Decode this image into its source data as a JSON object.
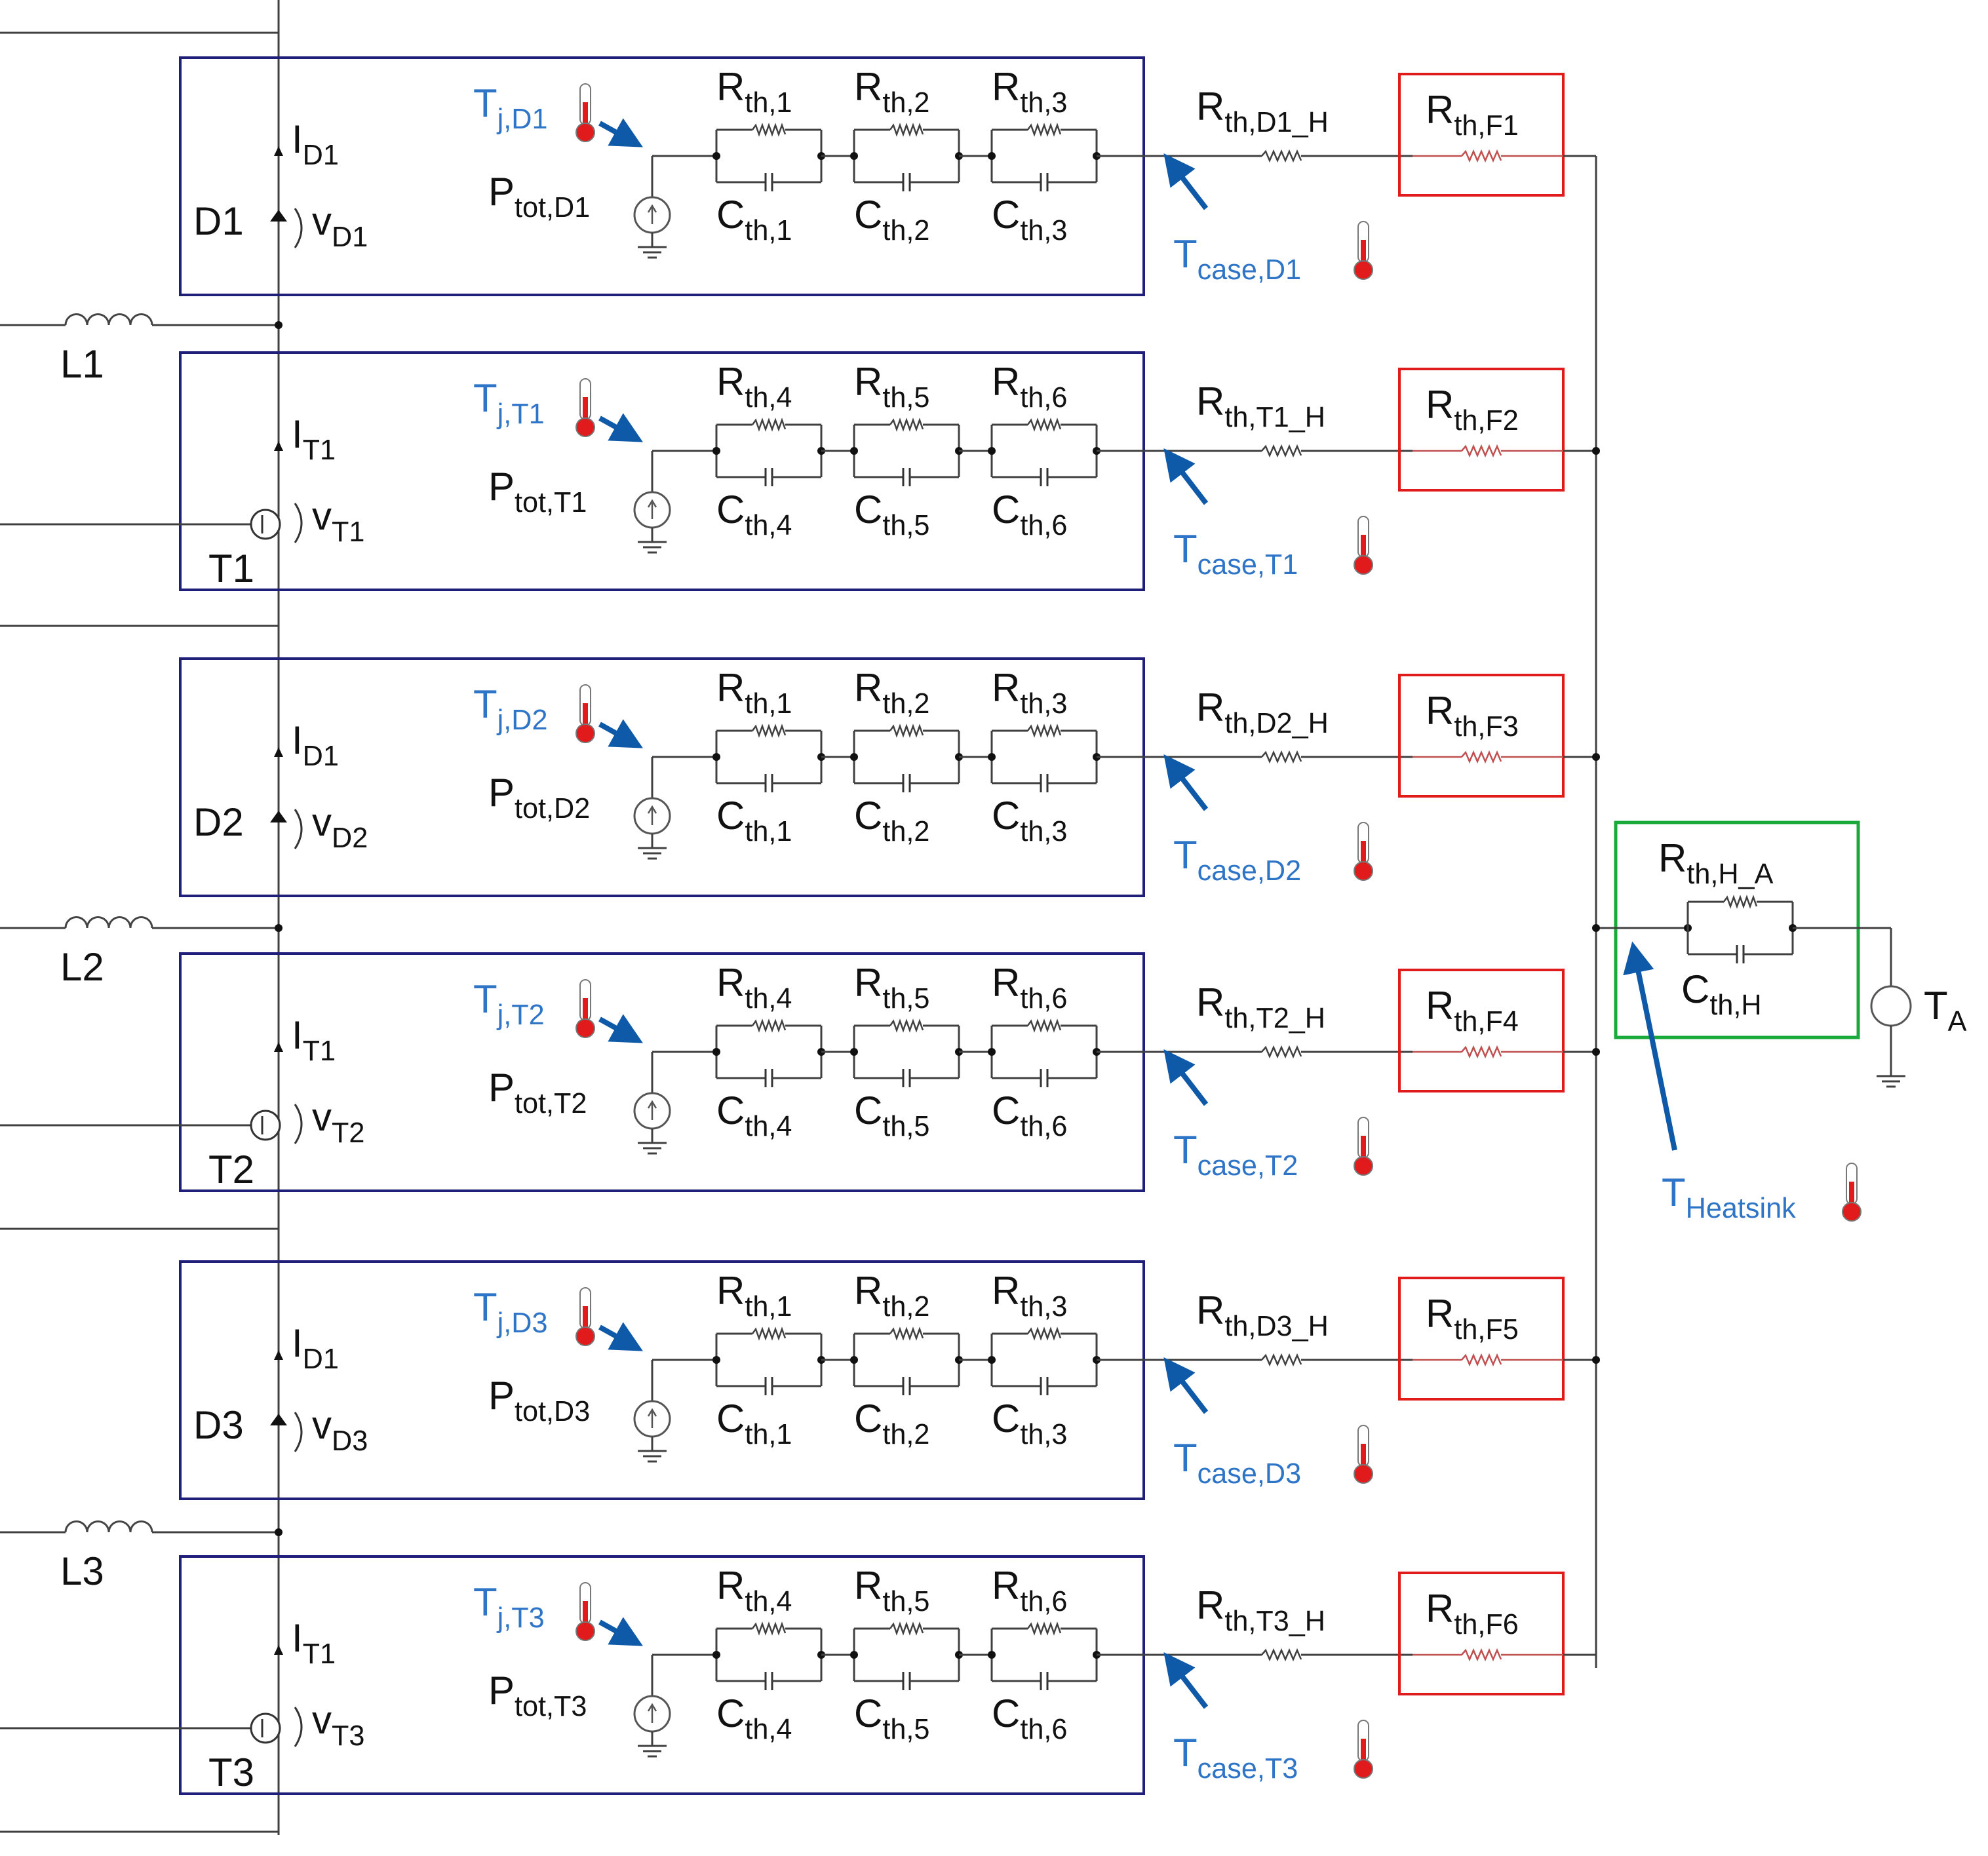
{
  "colors": {
    "module_border": "#1f1f7a",
    "filter_border": "#e11b1b",
    "heatsink_border": "#1aaa3a",
    "temperature_label": "#2e75c8",
    "arrow": "#0f5aa8",
    "wire": "#404040",
    "text": "#111111"
  },
  "icons": [
    "thermometer-icon",
    "current-source-icon",
    "ground-icon",
    "inductor-icon",
    "igbt-icon",
    "arrow-icon",
    "resistor-icon",
    "capacitor-icon"
  ],
  "modules": [
    {
      "device": "D1",
      "type": "diode",
      "current": {
        "base": "I",
        "sub": "D1"
      },
      "voltage": {
        "base": "v",
        "sub": "D1"
      },
      "tj": {
        "base": "T",
        "sub": "j,D1"
      },
      "ptot": {
        "base": "P",
        "sub": "tot,D1"
      },
      "r": [
        {
          "base": "R",
          "sub": "th,1"
        },
        {
          "base": "R",
          "sub": "th,2"
        },
        {
          "base": "R",
          "sub": "th,3"
        }
      ],
      "c": [
        {
          "base": "C",
          "sub": "th,1"
        },
        {
          "base": "C",
          "sub": "th,2"
        },
        {
          "base": "C",
          "sub": "th,3"
        }
      ],
      "rh": {
        "base": "R",
        "sub": "th,D1_H"
      },
      "rf": {
        "base": "R",
        "sub": "th,F1"
      },
      "tcase": {
        "base": "T",
        "sub": "case,D1"
      }
    },
    {
      "device": "T1",
      "type": "igbt",
      "current": {
        "base": "I",
        "sub": "T1"
      },
      "voltage": {
        "base": "v",
        "sub": "T1"
      },
      "tj": {
        "base": "T",
        "sub": "j,T1"
      },
      "ptot": {
        "base": "P",
        "sub": "tot,T1"
      },
      "r": [
        {
          "base": "R",
          "sub": "th,4"
        },
        {
          "base": "R",
          "sub": "th,5"
        },
        {
          "base": "R",
          "sub": "th,6"
        }
      ],
      "c": [
        {
          "base": "C",
          "sub": "th,4"
        },
        {
          "base": "C",
          "sub": "th,5"
        },
        {
          "base": "C",
          "sub": "th,6"
        }
      ],
      "rh": {
        "base": "R",
        "sub": "th,T1_H"
      },
      "rf": {
        "base": "R",
        "sub": "th,F2"
      },
      "tcase": {
        "base": "T",
        "sub": "case,T1"
      }
    },
    {
      "device": "D2",
      "type": "diode",
      "current": {
        "base": "I",
        "sub": "D1"
      },
      "voltage": {
        "base": "v",
        "sub": "D2"
      },
      "tj": {
        "base": "T",
        "sub": "j,D2"
      },
      "ptot": {
        "base": "P",
        "sub": "tot,D2"
      },
      "r": [
        {
          "base": "R",
          "sub": "th,1"
        },
        {
          "base": "R",
          "sub": "th,2"
        },
        {
          "base": "R",
          "sub": "th,3"
        }
      ],
      "c": [
        {
          "base": "C",
          "sub": "th,1"
        },
        {
          "base": "C",
          "sub": "th,2"
        },
        {
          "base": "C",
          "sub": "th,3"
        }
      ],
      "rh": {
        "base": "R",
        "sub": "th,D2_H"
      },
      "rf": {
        "base": "R",
        "sub": "th,F3"
      },
      "tcase": {
        "base": "T",
        "sub": "case,D2"
      }
    },
    {
      "device": "T2",
      "type": "igbt",
      "current": {
        "base": "I",
        "sub": "T1"
      },
      "voltage": {
        "base": "v",
        "sub": "T2"
      },
      "tj": {
        "base": "T",
        "sub": "j,T2"
      },
      "ptot": {
        "base": "P",
        "sub": "tot,T2"
      },
      "r": [
        {
          "base": "R",
          "sub": "th,4"
        },
        {
          "base": "R",
          "sub": "th,5"
        },
        {
          "base": "R",
          "sub": "th,6"
        }
      ],
      "c": [
        {
          "base": "C",
          "sub": "th,4"
        },
        {
          "base": "C",
          "sub": "th,5"
        },
        {
          "base": "C",
          "sub": "th,6"
        }
      ],
      "rh": {
        "base": "R",
        "sub": "th,T2_H"
      },
      "rf": {
        "base": "R",
        "sub": "th,F4"
      },
      "tcase": {
        "base": "T",
        "sub": "case,T2"
      }
    },
    {
      "device": "D3",
      "type": "diode",
      "current": {
        "base": "I",
        "sub": "D1"
      },
      "voltage": {
        "base": "v",
        "sub": "D3"
      },
      "tj": {
        "base": "T",
        "sub": "j,D3"
      },
      "ptot": {
        "base": "P",
        "sub": "tot,D3"
      },
      "r": [
        {
          "base": "R",
          "sub": "th,1"
        },
        {
          "base": "R",
          "sub": "th,2"
        },
        {
          "base": "R",
          "sub": "th,3"
        }
      ],
      "c": [
        {
          "base": "C",
          "sub": "th,1"
        },
        {
          "base": "C",
          "sub": "th,2"
        },
        {
          "base": "C",
          "sub": "th,3"
        }
      ],
      "rh": {
        "base": "R",
        "sub": "th,D3_H"
      },
      "rf": {
        "base": "R",
        "sub": "th,F5"
      },
      "tcase": {
        "base": "T",
        "sub": "case,D3"
      }
    },
    {
      "device": "T3",
      "type": "igbt",
      "current": {
        "base": "I",
        "sub": "T1"
      },
      "voltage": {
        "base": "v",
        "sub": "T3"
      },
      "tj": {
        "base": "T",
        "sub": "j,T3"
      },
      "ptot": {
        "base": "P",
        "sub": "tot,T3"
      },
      "r": [
        {
          "base": "R",
          "sub": "th,4"
        },
        {
          "base": "R",
          "sub": "th,5"
        },
        {
          "base": "R",
          "sub": "th,6"
        }
      ],
      "c": [
        {
          "base": "C",
          "sub": "th,4"
        },
        {
          "base": "C",
          "sub": "th,5"
        },
        {
          "base": "C",
          "sub": "th,6"
        }
      ],
      "rh": {
        "base": "R",
        "sub": "th,T3_H"
      },
      "rf": {
        "base": "R",
        "sub": "th,F6"
      },
      "tcase": {
        "base": "T",
        "sub": "case,T3"
      }
    }
  ],
  "inductors": [
    "L1",
    "L2",
    "L3"
  ],
  "heatsink": {
    "r": {
      "base": "R",
      "sub": "th,H_A"
    },
    "c": {
      "base": "C",
      "sub": "th,H"
    },
    "t": {
      "base": "T",
      "sub": "Heatsink"
    }
  },
  "ambient": {
    "base": "T",
    "sub": "A"
  }
}
